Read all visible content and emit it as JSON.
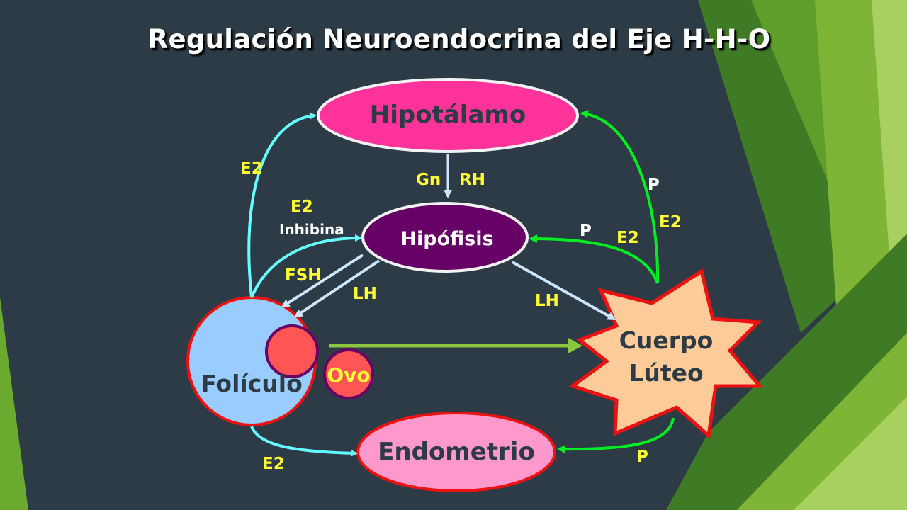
{
  "title": "Regulación Neuroendocrina del Eje H-H-O",
  "nodes": {
    "hipotalamo": "Hipotálamo",
    "hipofisis": "Hipófisis",
    "foliculo": "Folículo",
    "ovo": "Ovo",
    "cuerpo_luteo_line1": "Cuerpo",
    "cuerpo_luteo_line2": "Lúteo",
    "endometrio": "Endometrio"
  },
  "labels": {
    "gn": "Gn",
    "rh": "RH",
    "e2_left_top": "E2",
    "e2_inhibina": "E2",
    "inhibina": "Inhibina",
    "fsh": "FSH",
    "lh_left": "LH",
    "lh_right": "LH",
    "p_right_top": "P",
    "e2_right_top": "E2",
    "p_mid": "P",
    "e2_mid": "E2",
    "e2_bottom": "E2",
    "p_bottom": "P"
  },
  "colors": {
    "background": "#2c3b45",
    "hipotalamo": "#ff3399",
    "hipofisis": "#660066",
    "foliculo": "#99ccff",
    "ovo": "#ff5555",
    "cuerpo_luteo": "#ffcc99",
    "endometrio": "#ff99cc",
    "estrogen_arrow": "#66ffff",
    "progesterone_arrow": "#00ee22",
    "gonadotropin_arrow": "#cce6ff",
    "label_yellow": "#ffff33"
  }
}
